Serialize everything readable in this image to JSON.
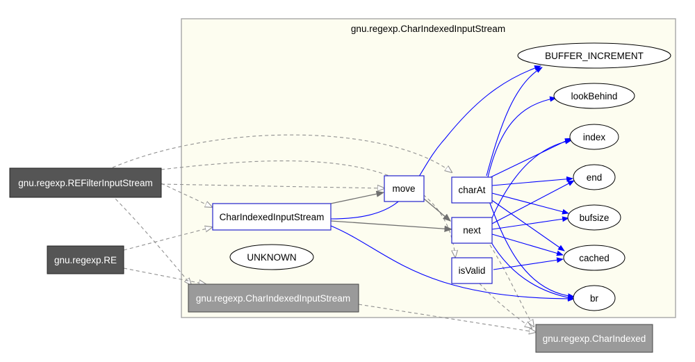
{
  "cluster": {
    "title": "gnu.regexp.CharIndexedInputStream"
  },
  "nodes": {
    "refilter": "gnu.regexp.REFilterInputStream",
    "re": "gnu.regexp.RE",
    "cis_ext": "gnu.regexp.CharIndexedInputStream",
    "charindexed": "gnu.regexp.CharIndexed",
    "ctor": "CharIndexedInputStream",
    "unknown": "UNKNOWN",
    "move": "move",
    "charat": "charAt",
    "next": "next",
    "isvalid": "isValid",
    "buffer_increment": "BUFFER_INCREMENT",
    "lookbehind": "lookBehind",
    "index": "index",
    "end": "end",
    "bufsize": "bufsize",
    "cached": "cached",
    "br": "br"
  },
  "colors": {
    "call_edge": "#0000ff",
    "internal_edge": "#707070",
    "dashed_edge": "#909090",
    "cluster_fill": "#fdfdf0",
    "external_dark": "#555555",
    "external_light": "#9a9a9a",
    "method_border": "#2222cc"
  }
}
